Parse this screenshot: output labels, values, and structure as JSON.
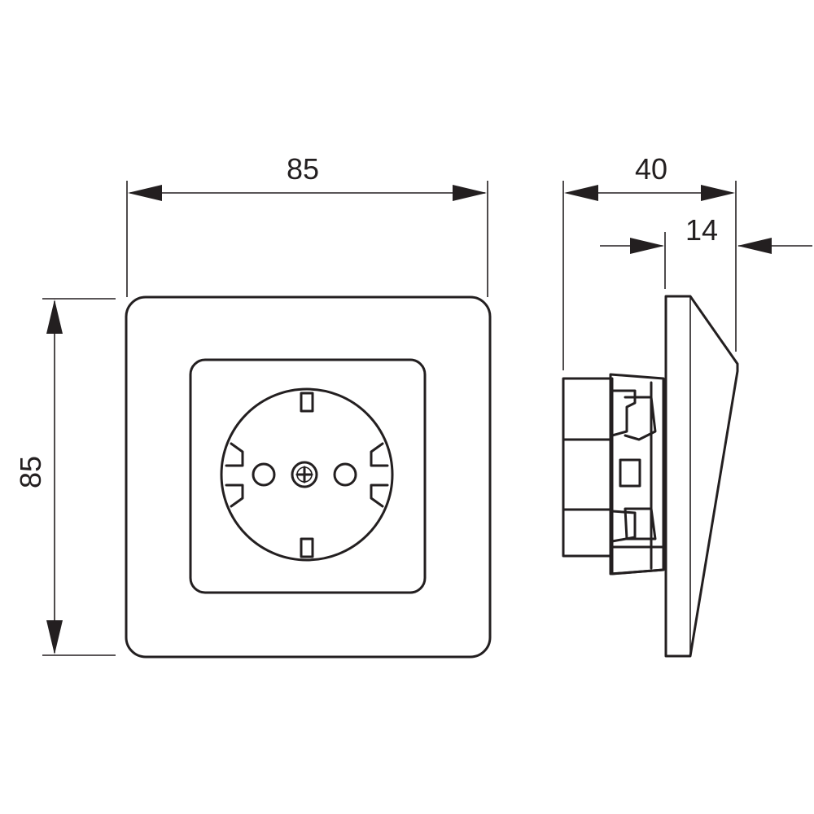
{
  "dimensions": {
    "front_width": "85",
    "front_height": "85",
    "side_depth": "40",
    "side_plate": "14"
  },
  "colors": {
    "line": "#231f20",
    "background": "#ffffff"
  }
}
